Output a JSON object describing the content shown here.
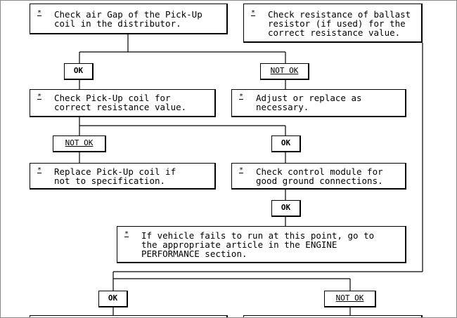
{
  "flowchart": {
    "steps": {
      "air_gap": {
        "star": "*",
        "lines": [
          "Check air Gap of the Pick-Up",
          "coil in the distributor."
        ]
      },
      "ballast": {
        "star": "*",
        "lines": [
          "Check resistance of ballast",
          "resistor (if used) for the",
          "correct resistance value."
        ]
      },
      "pickup_res": {
        "star": "*",
        "lines": [
          "Check Pick-Up coil for",
          "correct resistance value."
        ]
      },
      "adjust": {
        "star": "*",
        "lines": [
          "Adjust or replace as",
          "necessary."
        ]
      },
      "replace": {
        "star": "*",
        "lines": [
          "Replace Pick-Up coil if",
          "not to specification."
        ]
      },
      "module": {
        "star": "*",
        "lines": [
          "Check control module for",
          "good ground connections."
        ]
      },
      "fails": {
        "star": "*",
        "lines": [
          "If vehicle fails to run at this point, go to",
          "the appropriate article in the ENGINE",
          "PERFORMANCE section."
        ]
      }
    },
    "labels": {
      "ok": "OK",
      "not_ok": "NOT OK"
    }
  }
}
